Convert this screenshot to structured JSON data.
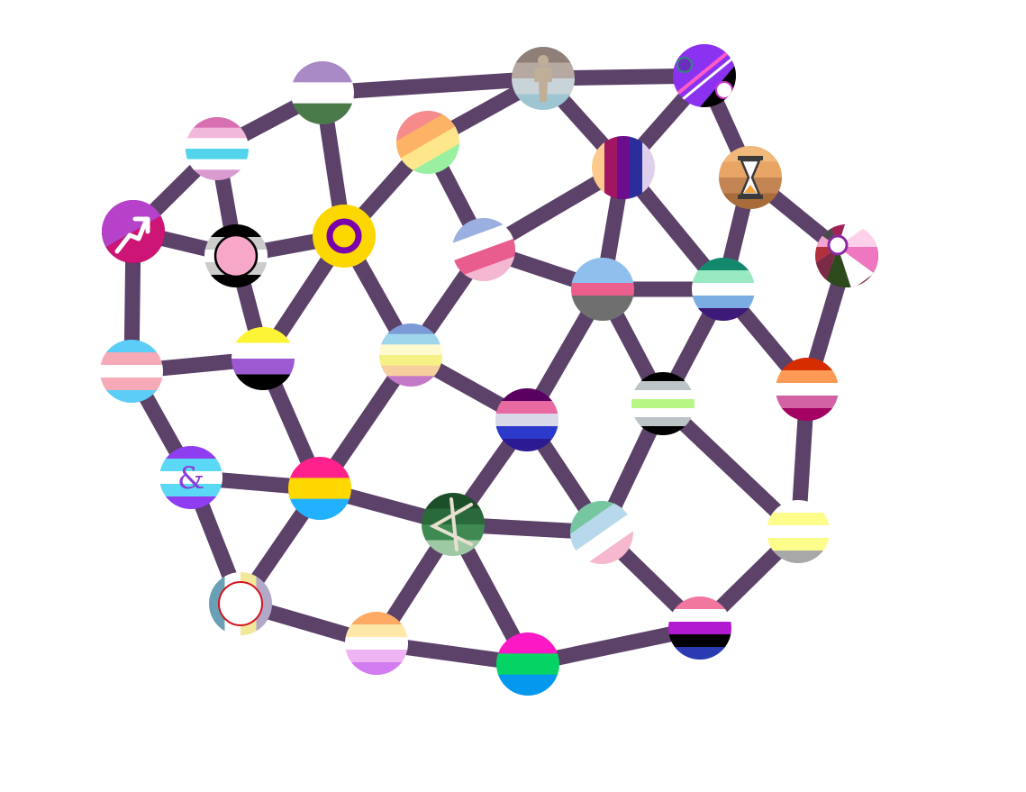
{
  "game": {
    "title": "",
    "edge_color": "#5c4169",
    "background": "#ffffff"
  },
  "nodes": [
    {
      "id": "n1",
      "name": "flag-aromantic-green-white-lilac",
      "emblem": "",
      "stripes": [
        "#a98ac6",
        "#ffffff",
        "#4b7a4a"
      ]
    },
    {
      "id": "n2",
      "name": "flag-mixed-diagonal-stripe-dark",
      "emblem": "person-silhouette-icon",
      "stripes": [
        "#8e7f78",
        "#b6a9a1",
        "#c9d4d8",
        "#9ec6d2"
      ]
    },
    {
      "id": "n3",
      "name": "flag-purple-black-diagonal",
      "emblem": "diagonal-stripes-icon",
      "stripes": [
        "#8a32f0",
        "#8a32f0",
        "#000000"
      ]
    },
    {
      "id": "n4",
      "name": "flag-pink-white-blue-pink",
      "emblem": "",
      "stripes": [
        "#d86fb0",
        "#f2b8dc",
        "#ffffff",
        "#53d4ec",
        "#ffffff",
        "#d99ad0"
      ]
    },
    {
      "id": "n5",
      "name": "flag-rainbow-diagonal",
      "emblem": "",
      "stripes": [
        "#555555",
        "#f78a8a",
        "#fdb366",
        "#fde68c",
        "#98f0a0",
        "#84d8c6"
      ]
    },
    {
      "id": "n6",
      "name": "flag-genderfluid-vertical-purple",
      "emblem": "",
      "stripes": [
        "#fec98d",
        "#a01664",
        "#6b0d8c",
        "#2a2e9c",
        "#ded0ec"
      ]
    },
    {
      "id": "n7",
      "name": "flag-hourglass-tan",
      "emblem": "hourglass-icon",
      "stripes": [
        "#f0b87a",
        "#e8a565",
        "#c48554",
        "#a86b3a"
      ]
    },
    {
      "id": "n8",
      "name": "flag-magenta-black-arrow",
      "emblem": "arrow-icon",
      "stripes": [
        "#b542c8",
        "#000000"
      ]
    },
    {
      "id": "n9",
      "name": "flag-pink-circle-grey-border",
      "emblem": "circle-outline-icon",
      "stripes": [
        "#000000",
        "#cccccc",
        "#ffffff",
        "#cccccc",
        "#000000"
      ]
    },
    {
      "id": "n10",
      "name": "flag-intersex-yellow-purple-ring",
      "emblem": "ring-icon",
      "stripes": [
        "#fcd700"
      ]
    },
    {
      "id": "n11",
      "name": "flag-pastel-diagonal-blue-pink",
      "emblem": "",
      "stripes": [
        "#fff3ab",
        "#9bb0e0",
        "#ffffff",
        "#e85c8e",
        "#f4b7d2",
        "#fff3ab"
      ]
    },
    {
      "id": "n12",
      "name": "flag-pink-pinwheel-dark",
      "emblem": "pinwheel-icon",
      "stripes": [
        "#ef76c0",
        "#ffffff",
        "#2c4a1c",
        "#7b2b45"
      ]
    },
    {
      "id": "n13",
      "name": "flag-trans-blue-pink-white",
      "emblem": "",
      "stripes": [
        "#5ccdf7",
        "#f6aab8",
        "#ffffff",
        "#f6aab8",
        "#5ccdf7"
      ]
    },
    {
      "id": "n14",
      "name": "flag-nonbinary-yellow-white-purple-black",
      "emblem": "",
      "stripes": [
        "#fcf434",
        "#ffffff",
        "#9c59d1",
        "#000000"
      ]
    },
    {
      "id": "n15",
      "name": "flag-pastel-blue-yellow-pink",
      "emblem": "",
      "stripes": [
        "#7c9ad6",
        "#9fd6ec",
        "#fffad0",
        "#f5f185",
        "#f7ce9e",
        "#c478c7"
      ]
    },
    {
      "id": "n16",
      "name": "flag-blue-pink-grey",
      "emblem": "",
      "stripes": [
        "#8fbfec",
        "#8fbfec",
        "#ec5f8c",
        "#6f6f6f",
        "#6f6f6f"
      ]
    },
    {
      "id": "n17",
      "name": "flag-teal-white-blue",
      "emblem": "",
      "stripes": [
        "#12896d",
        "#98e8c1",
        "#ffffff",
        "#7bade2",
        "#3d1a78"
      ]
    },
    {
      "id": "n18",
      "name": "flag-lesbian-orange-pink",
      "emblem": "",
      "stripes": [
        "#d52d00",
        "#ff9a56",
        "#ffffff",
        "#d362a4",
        "#a30262"
      ]
    },
    {
      "id": "n19",
      "name": "flag-bigender-pink-purple-blue",
      "emblem": "",
      "stripes": [
        "#5a0060",
        "#e86aa0",
        "#d9d8e8",
        "#2c3acb",
        "#2b1a92"
      ]
    },
    {
      "id": "n20",
      "name": "flag-agender-black-grey-green",
      "emblem": "",
      "stripes": [
        "#000000",
        "#bcc4c7",
        "#ffffff",
        "#b7f684",
        "#ffffff",
        "#bcc4c7",
        "#000000"
      ]
    },
    {
      "id": "n21",
      "name": "flag-ampersand-blue-purple",
      "emblem": "ampersand-icon",
      "stripes": [
        "#8f3df0",
        "#5ad8f5",
        "#ffffff",
        "#5ad8f5",
        "#8f3df0"
      ]
    },
    {
      "id": "n22",
      "name": "flag-pansexual-pink-yellow-blue",
      "emblem": "",
      "stripes": [
        "#ff218c",
        "#ffd800",
        "#21b1ff"
      ]
    },
    {
      "id": "n23",
      "name": "flag-green-arrowhead",
      "emblem": "arrowhead-symbol-icon",
      "stripes": [
        "#1d4e2a",
        "#2a6a3a",
        "#3f8a52",
        "#9fc8a4"
      ]
    },
    {
      "id": "n24",
      "name": "flag-grey-diagonal-pastel",
      "emblem": "",
      "stripes": [
        "#5d5d5d",
        "#77c6a2",
        "#b8d9ec",
        "#ffffff",
        "#f6b8cf",
        "#5d5d5d"
      ]
    },
    {
      "id": "n25",
      "name": "flag-yellow-grey-white",
      "emblem": "",
      "stripes": [
        "#ffffff",
        "#fdfd8c",
        "#ffffff",
        "#fdfd8c",
        "#a8a8a8"
      ]
    },
    {
      "id": "n26",
      "name": "flag-red-circle-vertical",
      "emblem": "circle-red-outline-icon",
      "stripes": [
        "#6aa0b5",
        "#ffffff",
        "#f2e89c",
        "#b2a8c8"
      ]
    },
    {
      "id": "n27",
      "name": "flag-orange-yellow-lilac",
      "emblem": "",
      "stripes": [
        "#fdab64",
        "#ffe8a8",
        "#ffffff",
        "#eeb3f2",
        "#d37bf0"
      ]
    },
    {
      "id": "n28",
      "name": "flag-bisexual-pink-green-blue",
      "emblem": "",
      "stripes": [
        "#fc18c4",
        "#05d465",
        "#0499ef"
      ]
    },
    {
      "id": "n29",
      "name": "flag-pink-purple-black-blue",
      "emblem": "",
      "stripes": [
        "#f2779f",
        "#ffffff",
        "#b11ad0",
        "#000000",
        "#2a3ab0"
      ]
    }
  ],
  "edges": [
    [
      "n1",
      "n2"
    ],
    [
      "n2",
      "n3"
    ],
    [
      "n1",
      "n4"
    ],
    [
      "n1",
      "n10"
    ],
    [
      "n2",
      "n5"
    ],
    [
      "n2",
      "n6"
    ],
    [
      "n3",
      "n6"
    ],
    [
      "n3",
      "n7"
    ],
    [
      "n4",
      "n8"
    ],
    [
      "n4",
      "n9"
    ],
    [
      "n5",
      "n10"
    ],
    [
      "n5",
      "n11"
    ],
    [
      "n6",
      "n11"
    ],
    [
      "n6",
      "n16"
    ],
    [
      "n6",
      "n17"
    ],
    [
      "n7",
      "n12"
    ],
    [
      "n7",
      "n17"
    ],
    [
      "n8",
      "n9"
    ],
    [
      "n8",
      "n13"
    ],
    [
      "n9",
      "n10"
    ],
    [
      "n9",
      "n14"
    ],
    [
      "n10",
      "n14"
    ],
    [
      "n10",
      "n15"
    ],
    [
      "n11",
      "n15"
    ],
    [
      "n11",
      "n16"
    ],
    [
      "n12",
      "n18"
    ],
    [
      "n13",
      "n14"
    ],
    [
      "n13",
      "n21"
    ],
    [
      "n14",
      "n22"
    ],
    [
      "n15",
      "n19"
    ],
    [
      "n15",
      "n22"
    ],
    [
      "n16",
      "n17"
    ],
    [
      "n16",
      "n19"
    ],
    [
      "n16",
      "n20"
    ],
    [
      "n17",
      "n20"
    ],
    [
      "n17",
      "n18"
    ],
    [
      "n18",
      "n25"
    ],
    [
      "n19",
      "n23"
    ],
    [
      "n19",
      "n24"
    ],
    [
      "n20",
      "n24"
    ],
    [
      "n20",
      "n25"
    ],
    [
      "n21",
      "n22"
    ],
    [
      "n21",
      "n26"
    ],
    [
      "n22",
      "n23"
    ],
    [
      "n22",
      "n26"
    ],
    [
      "n23",
      "n24"
    ],
    [
      "n23",
      "n27"
    ],
    [
      "n23",
      "n28"
    ],
    [
      "n24",
      "n29"
    ],
    [
      "n25",
      "n29"
    ],
    [
      "n26",
      "n27"
    ],
    [
      "n27",
      "n28"
    ],
    [
      "n28",
      "n29"
    ]
  ]
}
